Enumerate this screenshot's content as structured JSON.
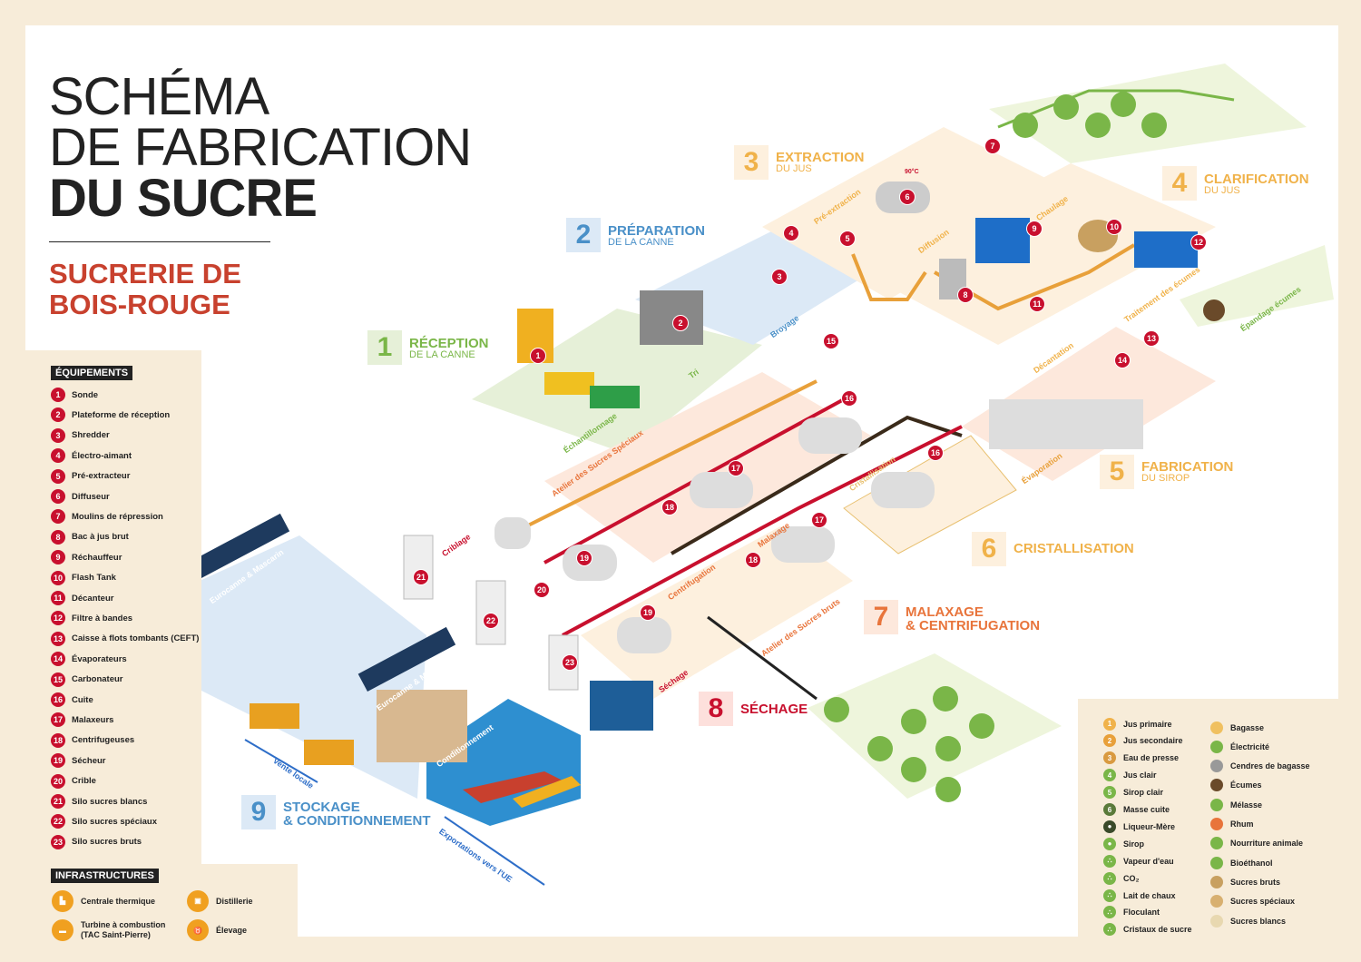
{
  "title": {
    "line1": "SCHÉMA",
    "line2": "DE FABRICATION",
    "line3": "DU SUCRE"
  },
  "subtitle": {
    "line1": "SUCRERIE DE",
    "line2": "BOIS-ROUGE"
  },
  "stages": [
    {
      "num": "1",
      "title": "RÉCEPTION",
      "sub": "DE LA CANNE",
      "color": "#7ab648"
    },
    {
      "num": "2",
      "title": "PRÉPARATION",
      "sub": "DE LA CANNE",
      "color": "#4a90c8"
    },
    {
      "num": "3",
      "title": "EXTRACTION",
      "sub": "DU JUS",
      "color": "#f0b24a"
    },
    {
      "num": "4",
      "title": "CLARIFICATION",
      "sub": "DU JUS",
      "color": "#f0b24a"
    },
    {
      "num": "5",
      "title": "FABRICATION",
      "sub": "DU SIROP",
      "color": "#f0b24a"
    },
    {
      "num": "6",
      "title": "CRISTALLISATION",
      "sub": "",
      "color": "#f0b24a"
    },
    {
      "num": "7",
      "title": "MALAXAGE",
      "title2": "& CENTRIFUGATION",
      "sub": "",
      "color": "#e8743b"
    },
    {
      "num": "8",
      "title": "SÉCHAGE",
      "sub": "",
      "color": "#c8102e"
    },
    {
      "num": "9",
      "title": "STOCKAGE",
      "title2": "& CONDITIONNEMENT",
      "sub": "",
      "color": "#4a90c8"
    }
  ],
  "equipment_heading": "ÉQUIPEMENTS",
  "equipment": [
    {
      "n": "1",
      "label": "Sonde"
    },
    {
      "n": "2",
      "label": "Plateforme de réception"
    },
    {
      "n": "3",
      "label": "Shredder"
    },
    {
      "n": "4",
      "label": "Électro-aimant"
    },
    {
      "n": "5",
      "label": "Pré-extracteur"
    },
    {
      "n": "6",
      "label": "Diffuseur"
    },
    {
      "n": "7",
      "label": "Moulins de répression"
    },
    {
      "n": "8",
      "label": "Bac à jus brut"
    },
    {
      "n": "9",
      "label": "Réchauffeur"
    },
    {
      "n": "10",
      "label": "Flash Tank"
    },
    {
      "n": "11",
      "label": "Décanteur"
    },
    {
      "n": "12",
      "label": "Filtre à bandes"
    },
    {
      "n": "13",
      "label": "Caisse à flots tombants (CEFT)"
    },
    {
      "n": "14",
      "label": "Évaporateurs"
    },
    {
      "n": "15",
      "label": "Carbonateur"
    },
    {
      "n": "16",
      "label": "Cuite"
    },
    {
      "n": "17",
      "label": "Malaxeurs"
    },
    {
      "n": "18",
      "label": "Centrifugeuses"
    },
    {
      "n": "19",
      "label": "Sécheur"
    },
    {
      "n": "20",
      "label": "Crible"
    },
    {
      "n": "21",
      "label": "Silo sucres blancs"
    },
    {
      "n": "22",
      "label": "Silo sucres spéciaux"
    },
    {
      "n": "23",
      "label": "Silo sucres bruts"
    }
  ],
  "infra_heading": "INFRASTRUCTURES",
  "infrastructures": [
    {
      "icon": "power-plant-icon",
      "label": "Centrale thermique"
    },
    {
      "icon": "distillery-icon",
      "label": "Distillerie"
    },
    {
      "icon": "turbine-icon",
      "label": "Turbine à combustion",
      "label2": "(TAC Saint-Pierre)"
    },
    {
      "icon": "cow-icon",
      "label": "Élevage"
    }
  ],
  "flows_left": [
    {
      "icon": "1",
      "label": "Jus primaire",
      "color": "#f0b24a"
    },
    {
      "icon": "2",
      "label": "Jus secondaire",
      "color": "#e8a03a"
    },
    {
      "icon": "3",
      "label": "Eau de presse",
      "color": "#d99a40"
    },
    {
      "icon": "4",
      "label": "Jus clair",
      "color": "#7ab648"
    },
    {
      "icon": "5",
      "label": "Sirop clair",
      "color": "#7ab648"
    },
    {
      "icon": "6",
      "label": "Masse cuite",
      "color": "#5a7a3a"
    },
    {
      "icon": "drop",
      "label": "Liqueur-Mère",
      "color": "#3a4a2a"
    },
    {
      "icon": "drop",
      "label": "Sirop",
      "color": "#7ab648"
    },
    {
      "icon": "dots",
      "label": "Vapeur d'eau",
      "color": "#7ab648"
    },
    {
      "icon": "dots",
      "label": "CO₂",
      "color": "#7ab648"
    },
    {
      "icon": "dots",
      "label": "Lait de chaux",
      "color": "#7ab648"
    },
    {
      "icon": "dots",
      "label": "Floculant",
      "color": "#7ab648"
    },
    {
      "icon": "dots",
      "label": "Cristaux de sucre",
      "color": "#7ab648"
    }
  ],
  "flows_right": [
    {
      "label": "Bagasse",
      "color": "#f0c060"
    },
    {
      "label": "Électricité",
      "color": "#7ab648"
    },
    {
      "label": "Cendres de bagasse",
      "color": "#999999"
    },
    {
      "label": "Écumes",
      "color": "#6a4a2a"
    },
    {
      "label": "Mélasse",
      "color": "#7ab648"
    },
    {
      "label": "Rhum",
      "color": "#e8743b"
    },
    {
      "label": "Nourriture animale",
      "color": "#7ab648"
    },
    {
      "label": "Bioéthanol",
      "color": "#7ab648"
    },
    {
      "label": "Sucres bruts",
      "color": "#c8a060"
    },
    {
      "label": "Sucres spéciaux",
      "color": "#d8b070"
    },
    {
      "label": "Sucres blancs",
      "color": "#e8d8b0"
    }
  ],
  "process_labels": [
    "Échantillonnage",
    "Tri",
    "Broyage",
    "Pré-extraction",
    "Diffusion",
    "Chaulage",
    "Traitement des écumes",
    "Épandage écumes",
    "Décantation",
    "Évaporation",
    "Cristallisation",
    "Malaxage",
    "Centrifugation",
    "Atelier des Sucres Spéciaux",
    "Atelier des Sucres bruts",
    "Criblage",
    "Séchage",
    "Conditionnement",
    "Vente locale",
    "Exportations vers l'UE",
    "Eurocanne & Mascarin",
    "Eurocanne & Mascarin"
  ],
  "temperature_label": "90°C"
}
